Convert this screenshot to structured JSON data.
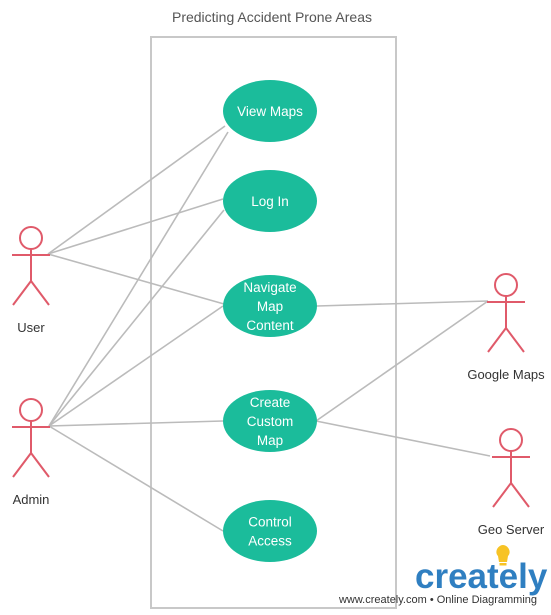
{
  "diagram": {
    "title": "Predicting Accident Prone Areas",
    "type": "use-case",
    "use_cases": [
      {
        "id": "view-maps",
        "lines": [
          "View Maps"
        ]
      },
      {
        "id": "log-in",
        "lines": [
          "Log In"
        ]
      },
      {
        "id": "navigate-map-content",
        "lines": [
          "Navigate",
          "Map",
          "Content"
        ]
      },
      {
        "id": "create-custom-map",
        "lines": [
          "Create",
          "Custom",
          "Map"
        ]
      },
      {
        "id": "control-access",
        "lines": [
          "Control",
          "Access"
        ]
      }
    ],
    "actors": [
      {
        "id": "user",
        "label": "User"
      },
      {
        "id": "admin",
        "label": "Admin"
      },
      {
        "id": "google-maps",
        "label": "Google Maps"
      },
      {
        "id": "geo-server",
        "label": "Geo Server"
      }
    ],
    "associations": [
      [
        "user",
        "view-maps"
      ],
      [
        "user",
        "log-in"
      ],
      [
        "user",
        "navigate-map-content"
      ],
      [
        "admin",
        "view-maps"
      ],
      [
        "admin",
        "log-in"
      ],
      [
        "admin",
        "navigate-map-content"
      ],
      [
        "admin",
        "create-custom-map"
      ],
      [
        "admin",
        "control-access"
      ],
      [
        "google-maps",
        "navigate-map-content"
      ],
      [
        "google-maps",
        "create-custom-map"
      ],
      [
        "geo-server",
        "create-custom-map"
      ]
    ]
  },
  "colors": {
    "use_case_fill": "#1bbc9b",
    "actor_stroke": "#e05a6a",
    "line": "#bbbbbb",
    "boundary": "#c8c8c8",
    "brand_blue": "#2f7fc1",
    "brand_bulb": "#f7c325"
  },
  "footer": {
    "brand": "creately",
    "caption": "www.creately.com • Online Diagramming"
  }
}
